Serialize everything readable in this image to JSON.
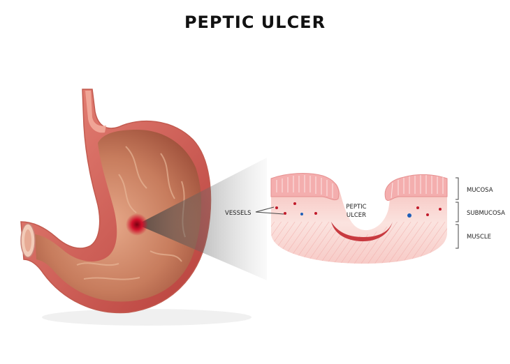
{
  "title": "PEPTIC ULCER",
  "labels": {
    "vessels": "VESSELS",
    "ulcer_line1": "PEPTIC",
    "ulcer_line2": "ULCER"
  },
  "layers": [
    {
      "label": "MUCOSA"
    },
    {
      "label": "SUBMUCOSA"
    },
    {
      "label": "MUSCLE"
    }
  ],
  "colors": {
    "stomach_wall": "#d8645c",
    "stomach_inner": "#c98362",
    "ulcer_spot": "#d0102a",
    "mucosa_pink": "#f2b2b0",
    "tissue_light": "#fbe1dd",
    "vessel_red": "#c01a2a",
    "vessel_blue": "#1f5fb8"
  }
}
